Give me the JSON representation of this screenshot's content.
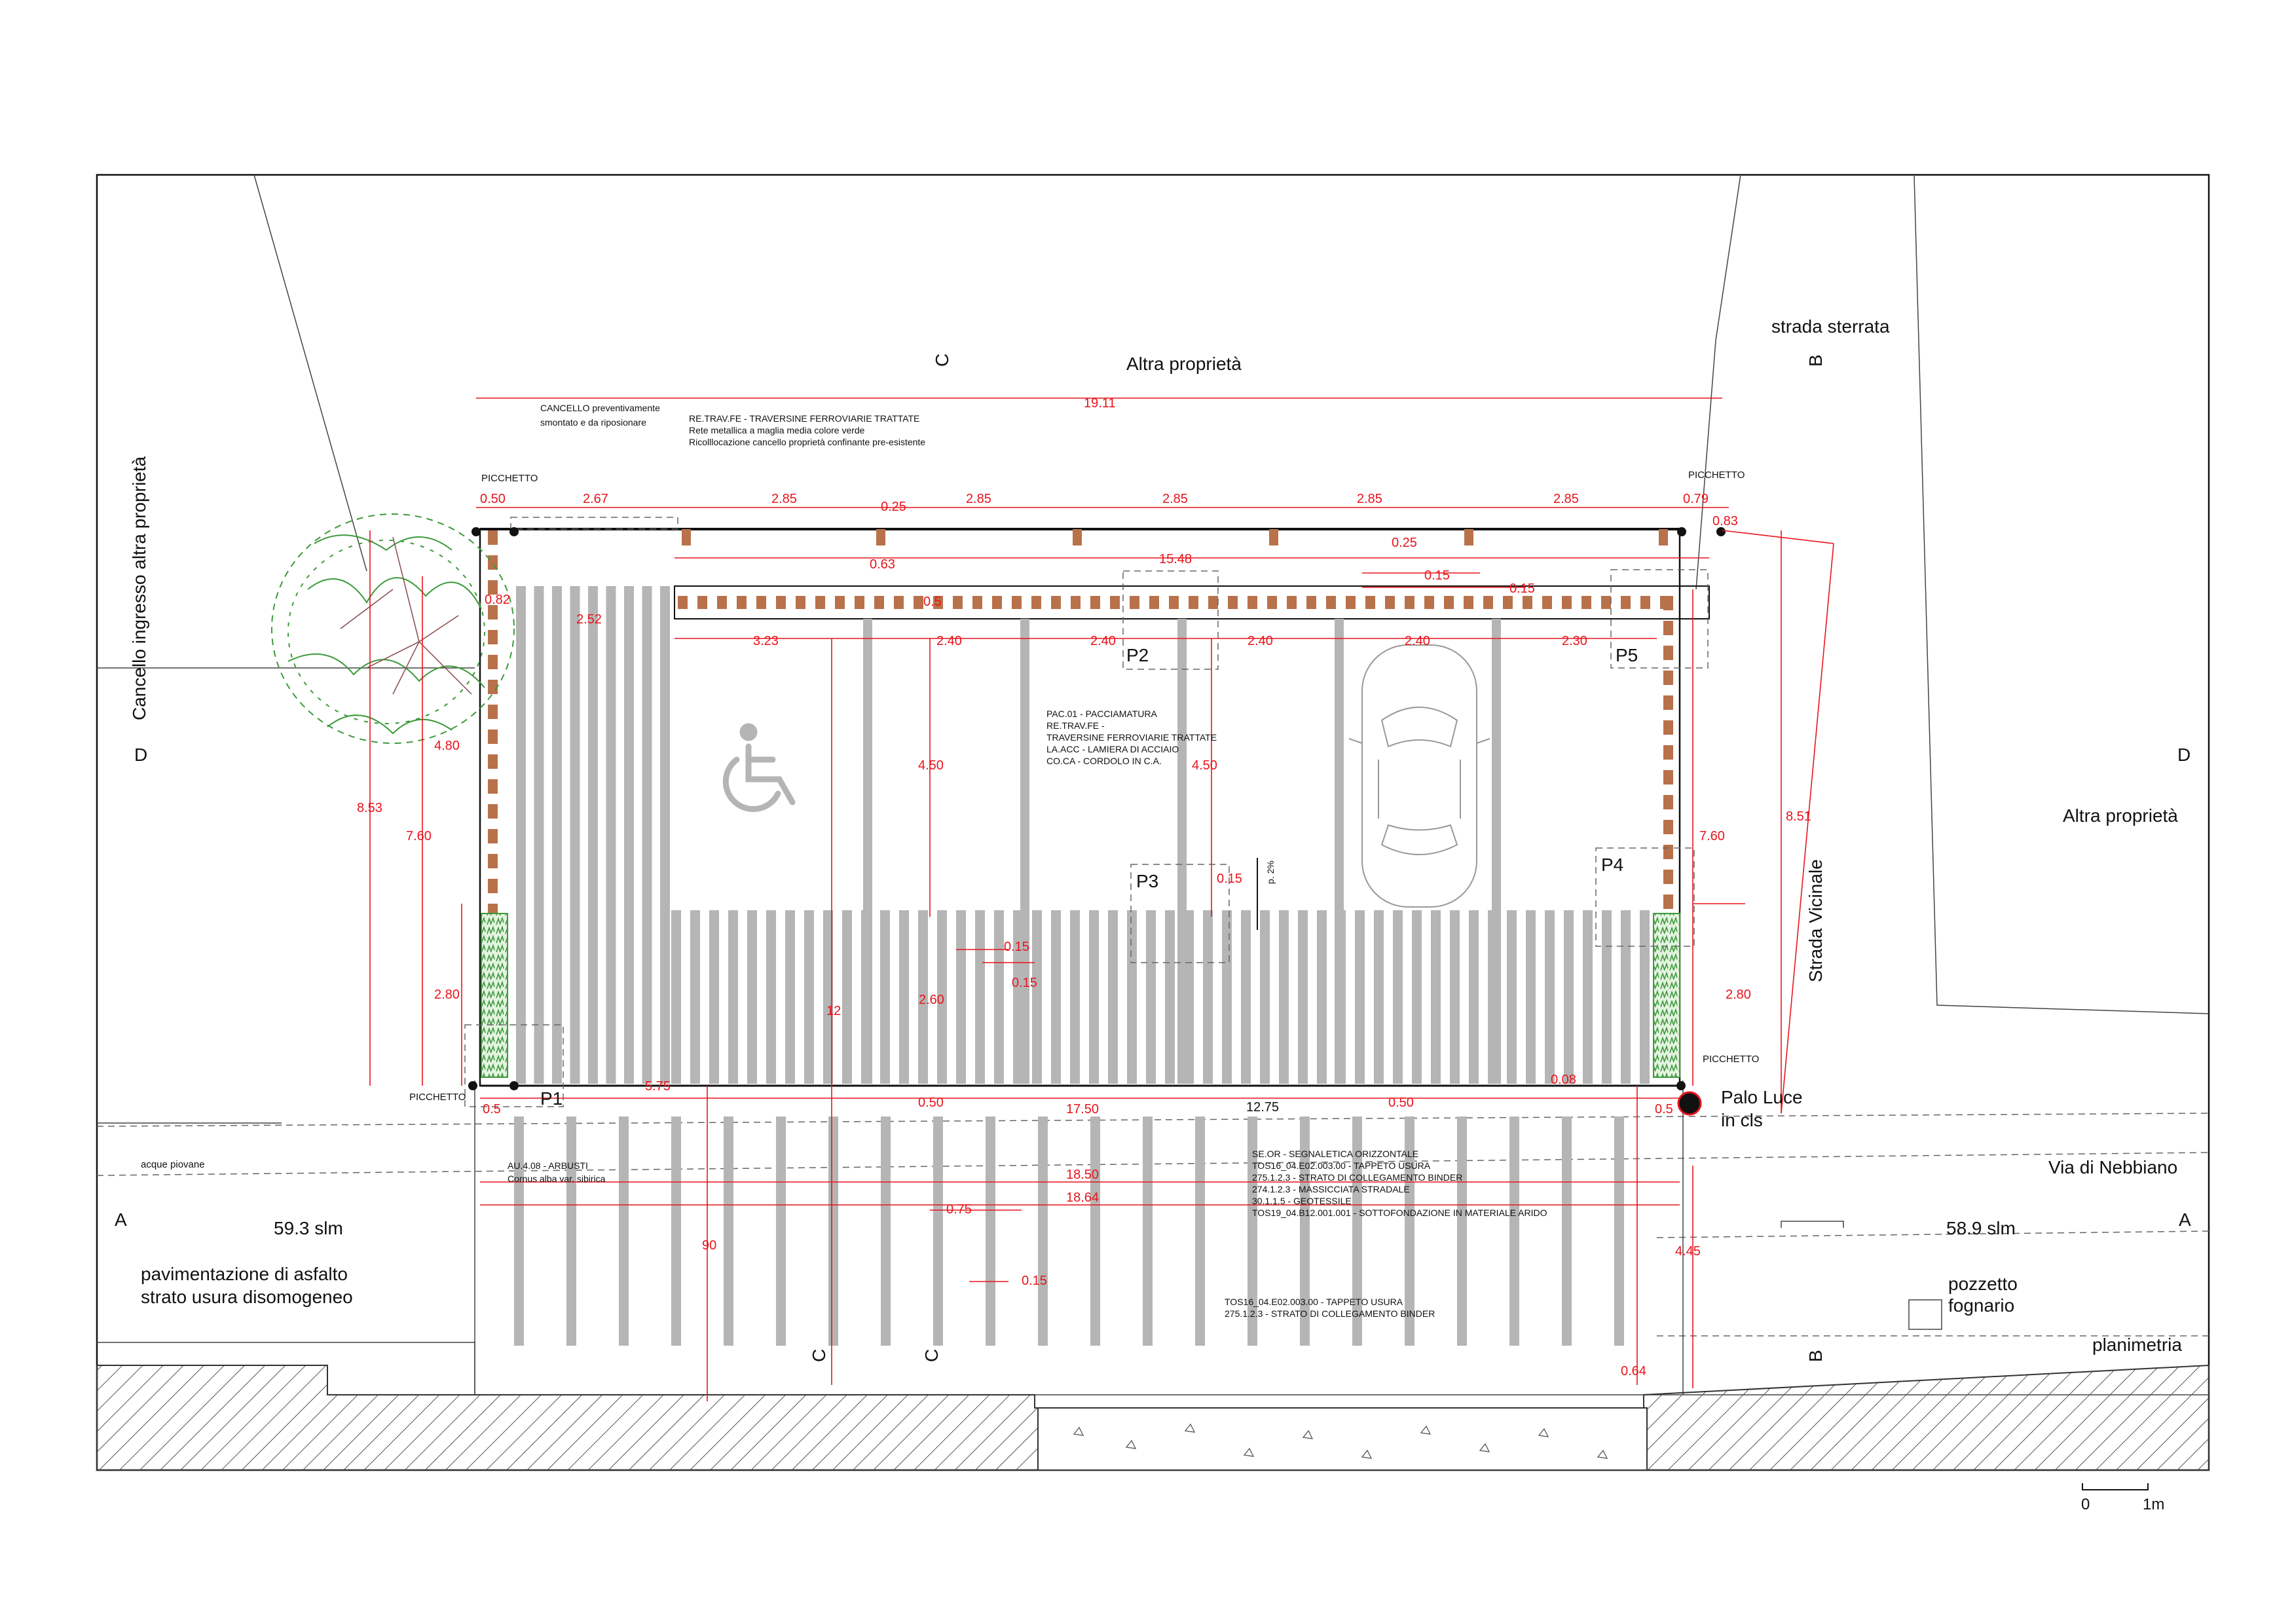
{
  "labels": {
    "altra_top": "Altra proprietà",
    "altra_right": "Altra proprietà",
    "strada_sterrata": "strada sterrata",
    "cancello_left": "Cancello ingresso altra proprietà",
    "strada_vicinale": "Strada Vicinale",
    "via_nebbiano": "Via di Nebbiano",
    "pavimentazione_1": "pavimentazione di asfalto",
    "pavimentazione_2": "strato usura disomogeneo",
    "acque_piovane": "acque piovane",
    "slm_left": "59.3 slm",
    "slm_right": "58.9 slm",
    "pozzetto_1": "pozzetto",
    "pozzetto_2": "fognario",
    "planimetria": "planimetria",
    "palo_1": "Palo Luce",
    "palo_2": "in cls",
    "picchetto_tl": "PICCHETTO",
    "picchetto_tr": "PICCHETTO",
    "picchetto_bl": "PICCHETTO",
    "picchetto_br": "PICCHETTO",
    "scale_0": "0",
    "scale_1m": "1m",
    "pente": "p. 2%"
  },
  "sections": {
    "c_top": "C",
    "c_bot1": "C",
    "c_bot2": "C",
    "b_top": "B",
    "b_bot": "B",
    "d_left": "D",
    "d_right": "D",
    "a_left": "A",
    "a_right": "A"
  },
  "parking": {
    "p1": "P1",
    "p2": "P2",
    "p3": "P3",
    "p4": "P4",
    "p5": "P5"
  },
  "notes": {
    "cancello_1": "CANCELLO  preventivamente",
    "cancello_2": "smontato e da riposionare",
    "retrav_1": "RE.TRAV.FE - TRAVERSINE FERROVIARIE TRATTATE",
    "retrav_2": "Rete metallica a maglia media colore verde",
    "retrav_3": "Ricolllocazione cancello proprietà confinante pre-esistente",
    "pac_1": "PAC.01 - PACCIAMATURA",
    "pac_2": "RE.TRAV.FE -",
    "pac_3": "TRAVERSINE FERROVIARIE TRATTATE",
    "pac_4": "LA.ACC - LAMIERA DI ACCIAIO",
    "pac_5": "CO.CA - CORDOLO IN C.A.",
    "arb_1": "AU.4.08 - ARBUSTI",
    "arb_2": "Cornus alba var. sibirica",
    "seor_1": "SE.OR - SEGNALETICA ORIZZONTALE",
    "seor_2": "TOS16_04.E02.003.00 - TAPPETO USURA",
    "seor_3": "275.1.2.3 - STRATO DI COLLEGAMENTO BINDER",
    "seor_4": "274.1.2.3 - MASSICCIATA STRADALE",
    "seor_5": "30.1.1.5 - GEOTESSILE",
    "seor_6": "TOS19_04.B12.001.001 - SOTTOFONDAZIONE IN MATERIALE ARIDO",
    "tos_1": "TOS16_04.E02.003.00 - TAPPETO USURA",
    "tos_2": "275.1.2.3 - STRATO DI COLLEGAMENTO BINDER"
  },
  "dims": {
    "d1911": "19.11",
    "d050a": "0.50",
    "d267": "2.67",
    "d285a": "2.85",
    "d285b": "2.85",
    "d285c": "2.85",
    "d285d": "2.85",
    "d285e": "2.85",
    "d025a": "0.25",
    "d079": "0.79",
    "d083": "0.83",
    "d063": "0.63",
    "d1548": "15.48",
    "d025b": "0.25",
    "d015a": "0.15",
    "d015b": "0.15",
    "d05top": "0.5",
    "d082": "0.82",
    "d252": "2.52",
    "d323": "3.23",
    "d240a": "2.40",
    "d240b": "2.40",
    "d240c": "2.40",
    "d240d": "2.40",
    "d230": "2.30",
    "d480": "4.80",
    "d853": "8.53",
    "d760a": "7.60",
    "d760b": "7.60",
    "d851": "8.51",
    "d450a": "4.50",
    "d450b": "4.50",
    "d015c": "0.15",
    "d015d": "0.15",
    "d015e": "0.15",
    "d260": "2.60",
    "d12": "12",
    "d280a": "2.80",
    "d280b": "2.80",
    "d575": "5.75",
    "d08": "0.08",
    "d05l": "0.5",
    "d05r": "0.5",
    "d050b": "0.50",
    "d1750": "17.50",
    "d050c": "0.50",
    "d1275": "12.75",
    "d1850": "18.50",
    "d1864": "18.64",
    "d075": "0.75",
    "d90": "90",
    "d015f": "0.15",
    "d445": "4.45",
    "d064": "0.64"
  },
  "colors": {
    "dimension": "#e8141c",
    "sleeper": "#b9714a",
    "stripe": "#b5b5b5",
    "hedge": "#3c9a3c"
  }
}
